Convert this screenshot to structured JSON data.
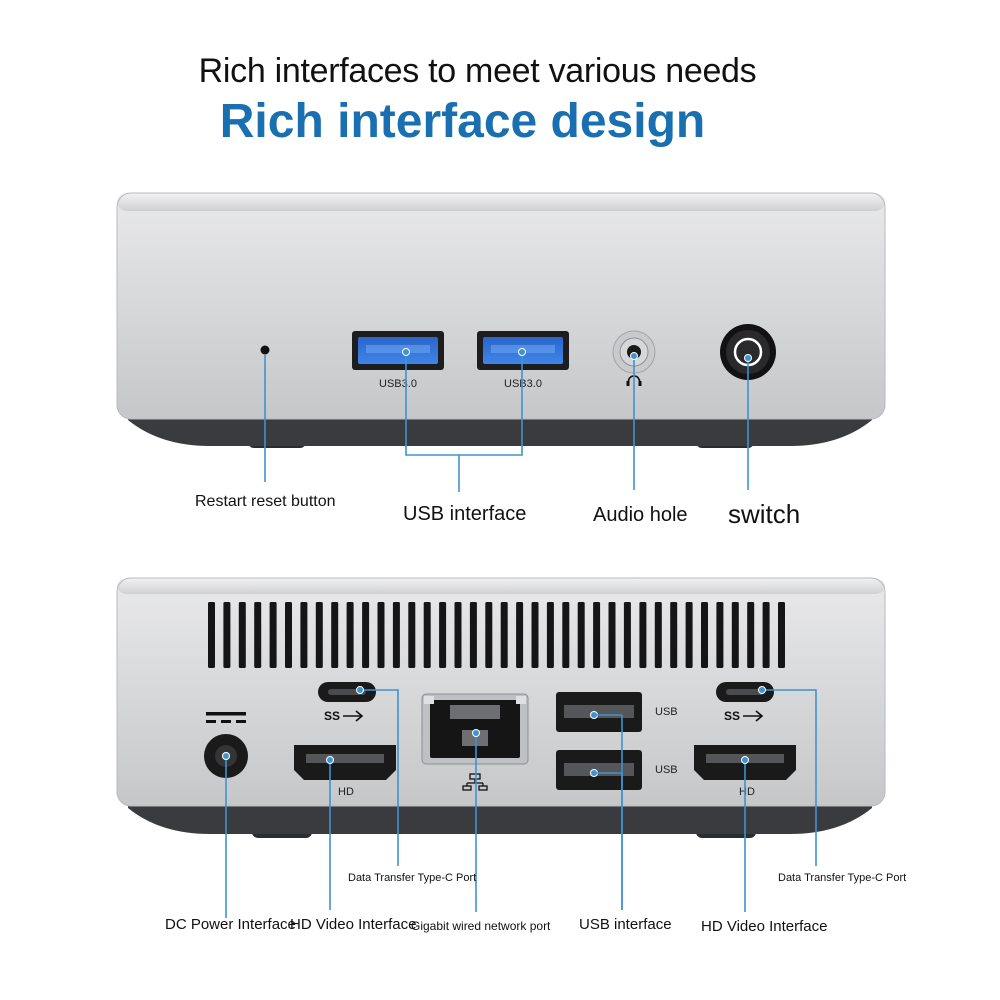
{
  "header": {
    "title": "Rich interfaces to meet various needs",
    "subtitle": "Rich interface design"
  },
  "front_panel": {
    "port_text": {
      "usb_a1": "USB3.0",
      "usb_a2": "USB3.0"
    },
    "labels": {
      "reset": "Restart reset button",
      "usb": "USB interface",
      "audio": "Audio hole",
      "switch": "switch"
    }
  },
  "rear_panel": {
    "port_text": {
      "hd_left": "HD",
      "hd_right": "HD",
      "usb_top": "USB",
      "usb_bottom": "USB"
    },
    "labels": {
      "typec_left": "Data Transfer Type-C Port",
      "typec_right": "Data Transfer Type-C Port",
      "dc": "DC Power Interface",
      "hd_left": "HD Video Interface",
      "lan": "Gigabit wired network port",
      "usb": "USB interface",
      "hd_right": "HD Video Interface"
    }
  },
  "colors": {
    "accent": "#1a6fb0",
    "leader": "#3f93cf"
  },
  "icons": [
    "headphone-icon",
    "power-icon",
    "dc-symbol-icon",
    "superspeed-usb-icon",
    "network-icon"
  ]
}
